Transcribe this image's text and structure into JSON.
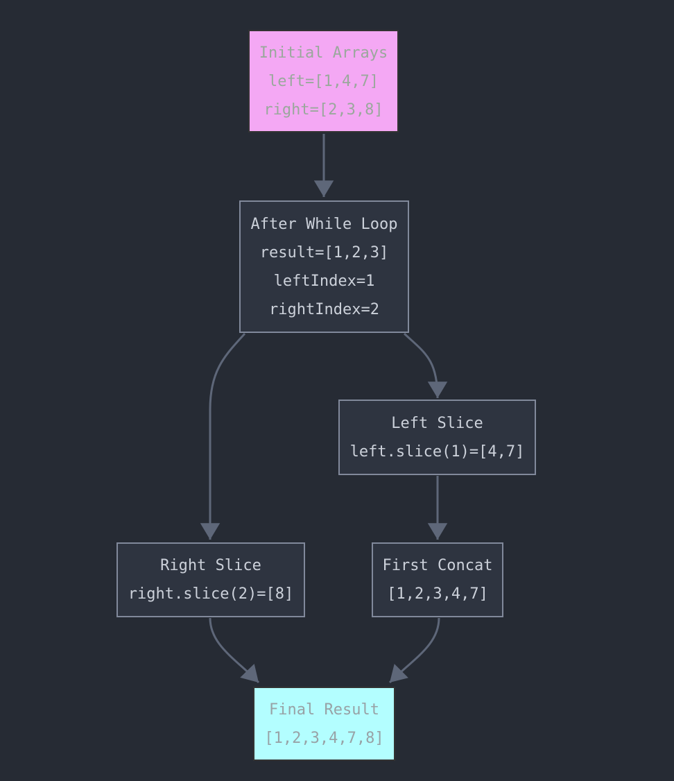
{
  "colors": {
    "bg": "#262b34",
    "node-fill": "#2e3440",
    "node-border": "#81899b",
    "node-text": "#ccd1da",
    "pink-fill": "#f4a8f4",
    "pink-border": "#333333",
    "pink-text": "#9aa89c",
    "cyan-fill": "#b3feff",
    "cyan-border": "#333333",
    "cyan-text": "#98a2a6",
    "edge": "#5e6779"
  },
  "diagram": {
    "type": "flowchart",
    "direction": "top-down",
    "nodes": [
      {
        "id": "initial",
        "style": "pink",
        "lines": [
          "Initial Arrays",
          "left=[1,4,7]",
          "right=[2,3,8]"
        ]
      },
      {
        "id": "while",
        "style": "default",
        "lines": [
          "After While Loop",
          "result=[1,2,3]",
          "leftIndex=1",
          "rightIndex=2"
        ]
      },
      {
        "id": "leftslice",
        "style": "default",
        "lines": [
          "Left Slice",
          "left.slice(1)=[4,7]"
        ]
      },
      {
        "id": "rightslice",
        "style": "default",
        "lines": [
          "Right Slice",
          "right.slice(2)=[8]"
        ]
      },
      {
        "id": "firstconcat",
        "style": "default",
        "lines": [
          "First Concat",
          "[1,2,3,4,7]"
        ]
      },
      {
        "id": "final",
        "style": "cyan",
        "lines": [
          "Final Result",
          "[1,2,3,4,7,8]"
        ]
      }
    ],
    "edges": [
      {
        "from": "initial",
        "to": "while"
      },
      {
        "from": "while",
        "to": "rightslice"
      },
      {
        "from": "while",
        "to": "leftslice"
      },
      {
        "from": "leftslice",
        "to": "firstconcat"
      },
      {
        "from": "rightslice",
        "to": "final"
      },
      {
        "from": "firstconcat",
        "to": "final"
      }
    ]
  }
}
